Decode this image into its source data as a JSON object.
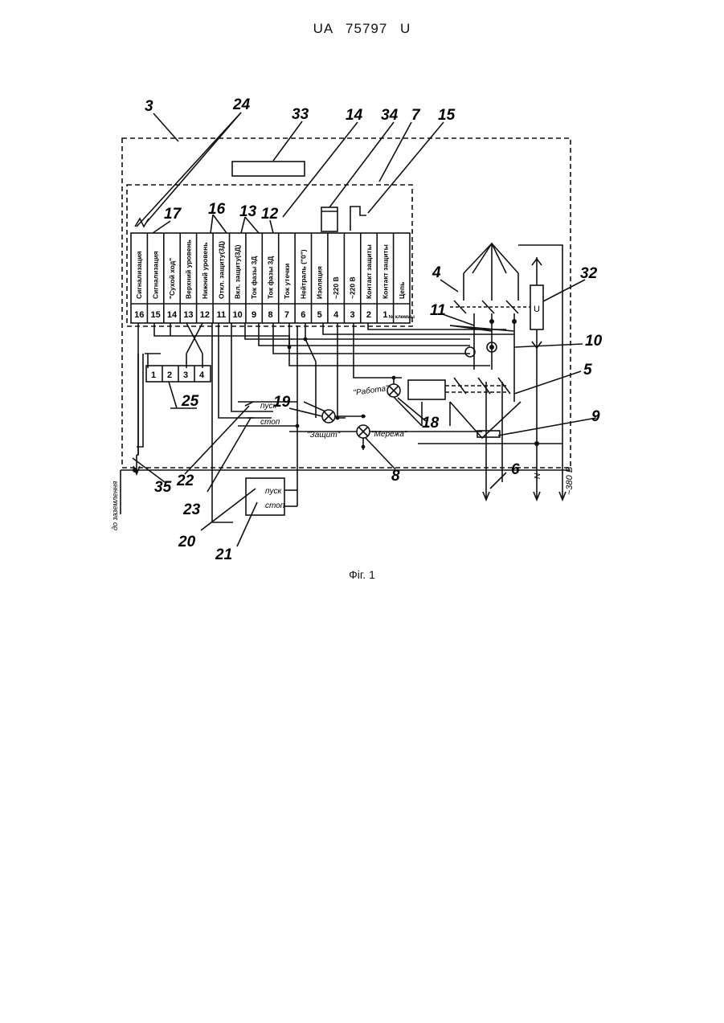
{
  "header": "UA   75797   U",
  "caption": "Фіг. 1",
  "reference_numerals": {
    "n3": "3",
    "n24": "24",
    "n33": "33",
    "n14": "14",
    "n34": "34",
    "n7": "7",
    "n15": "15",
    "n17": "17",
    "n16": "16",
    "n13": "13",
    "n12": "12",
    "n4": "4",
    "n32": "32",
    "n11": "11",
    "n10": "10",
    "n5": "5",
    "n25": "25",
    "n19": "19",
    "n18": "18",
    "n9": "9",
    "n6": "6",
    "n8": "8",
    "n35": "35",
    "n22": "22",
    "n23": "23",
    "n20": "20",
    "n21": "21"
  },
  "terminal_block": {
    "columns": [
      {
        "num": "16",
        "label": "Сигнализация"
      },
      {
        "num": "15",
        "label": "Сигнализация"
      },
      {
        "num": "14",
        "label": "\"Сухой ход\""
      },
      {
        "num": "13",
        "label": "Верхний уровень"
      },
      {
        "num": "12",
        "label": "Нижний уровень"
      },
      {
        "num": "11",
        "label": "Откл. защиту(3Д)"
      },
      {
        "num": "10",
        "label": "Вкл. защиту(3Д)"
      },
      {
        "num": "9",
        "label": "Ток фазы 3Д"
      },
      {
        "num": "8",
        "label": "Ток фазы 3Д"
      },
      {
        "num": "7",
        "label": "Ток утечки"
      },
      {
        "num": "6",
        "label": "Нейтраль (\"0\")"
      },
      {
        "num": "5",
        "label": "Изоляция"
      },
      {
        "num": "4",
        "label": "~220 В"
      },
      {
        "num": "3",
        "label": "~220 В"
      },
      {
        "num": "2",
        "label": "Контакт защиты"
      },
      {
        "num": "1",
        "label": "Контакт защиты"
      },
      {
        "num": "№ клеммы",
        "label": "Цепь"
      }
    ]
  },
  "alarm_block": {
    "cells": [
      "1",
      "2",
      "3",
      "4"
    ]
  },
  "lamps": {
    "work": "\"Работа\"",
    "protection": "\"Защит\"",
    "network": "\"Мережа\""
  },
  "switches": {
    "start_a": "пуск",
    "stop_a": "стоп",
    "start_b": "пуск",
    "stop_b": "стоп"
  },
  "voltage_sensor": "U",
  "lines": {
    "n_line": "N",
    "v380": "~380 В",
    "ground": "до заземлення"
  }
}
